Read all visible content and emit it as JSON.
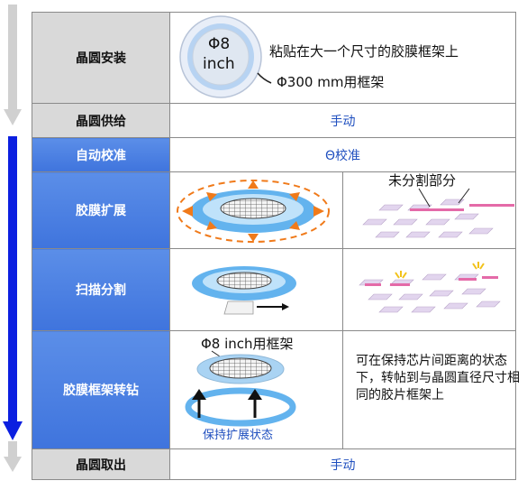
{
  "rows": [
    {
      "step": "晶圆安装",
      "variant": "gray"
    },
    {
      "step": "晶圆供给",
      "variant": "gray",
      "content": "手动"
    },
    {
      "step": "自动校准",
      "variant": "blue",
      "content": "Θ校准"
    },
    {
      "step": "胶膜扩展",
      "variant": "blue"
    },
    {
      "step": "扫描分割",
      "variant": "blue"
    },
    {
      "step": "胶膜框架转钻",
      "variant": "blue"
    },
    {
      "step": "晶圆取出",
      "variant": "gray",
      "content": "手动"
    }
  ],
  "mount": {
    "wafer_size": "Φ8",
    "wafer_unit": "inch",
    "text_line1": "粘贴在大一个尺寸的胶膜框架上",
    "text_line2": "Φ300 mm用框架"
  },
  "expand": {
    "label_undivided": "未分割部分"
  },
  "transfer": {
    "frame_label": "Φ8 inch用框架",
    "keep_label": "保持扩展状态",
    "note": "可在保持芯片间距离的状态下，转帖到与晶圆直径尺寸相同的胶片框架上"
  },
  "colors": {
    "gray_cell": "#d9d9d9",
    "blue_cell": "#4a7fe3",
    "flow_arrow": "#0b1fe0",
    "text_blue": "#1f4fbf"
  }
}
